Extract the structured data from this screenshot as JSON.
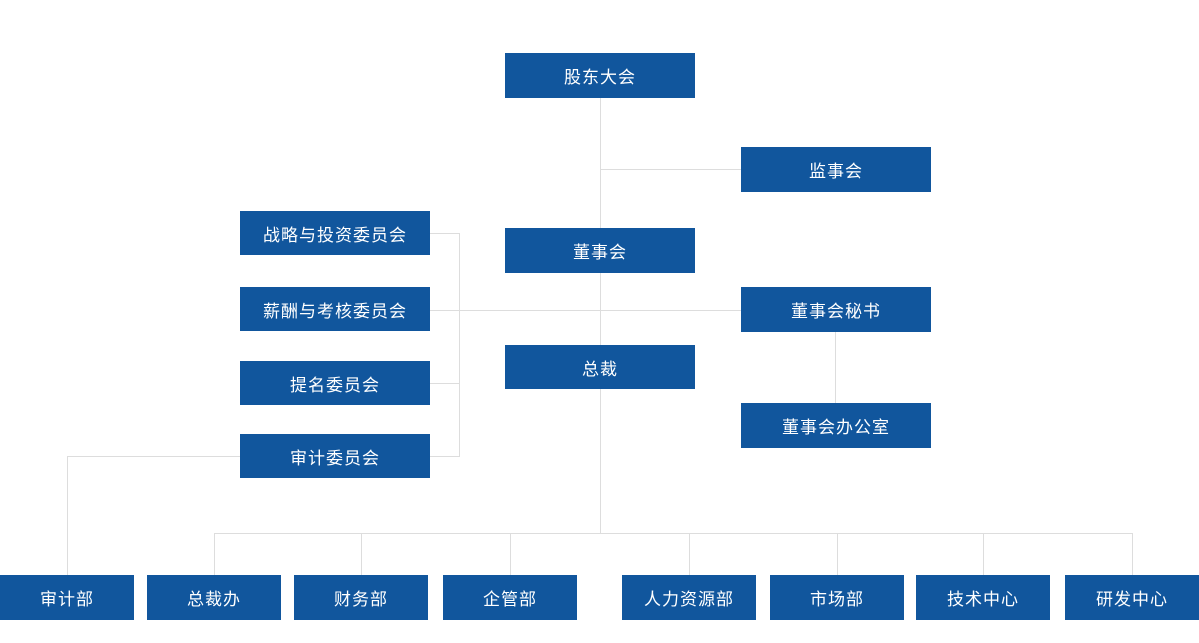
{
  "colors": {
    "node_background": "#11569D",
    "node_text": "#FFFFFF",
    "connector": "#DDDDDD",
    "page_background": "#FFFFFF"
  },
  "nodes": {
    "shareholders_meeting": "股东大会",
    "supervisory_board": "监事会",
    "board_of_directors": "董事会",
    "strategy_investment_committee": "战略与投资委员会",
    "compensation_assessment_committee": "薪酬与考核委员会",
    "nomination_committee": "提名委员会",
    "audit_committee": "审计委员会",
    "board_secretary": "董事会秘书",
    "president": "总裁",
    "board_office": "董事会办公室",
    "audit_dept": "审计部",
    "president_office": "总裁办",
    "finance_dept": "财务部",
    "enterprise_management_dept": "企管部",
    "hr_dept": "人力资源部",
    "marketing_dept": "市场部",
    "technology_center": "技术中心",
    "rd_center": "研发中心"
  }
}
